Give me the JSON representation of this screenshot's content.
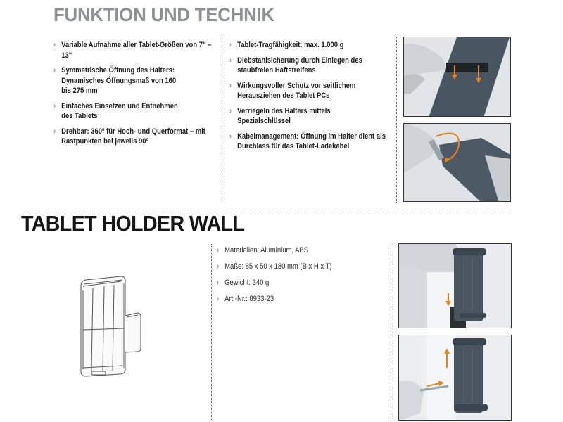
{
  "section1": {
    "title": "FUNKTION UND TECHNIK",
    "features_left": [
      "Variable Aufnahme aller Tablet-Größen von 7\" – 13\"",
      "Symmetrische Öffnung des Halters: Dynamisches Öffnungsmaß von 160 bis 275 mm",
      "Einfaches Einsetzen und Entnehmen des Tablets",
      "Drehbar: 360º für Hoch- und Querformat – mit Rastpunkten bei jeweils 90º"
    ],
    "features_right": [
      "Tablet-Tragfähigkeit: max. 1.000 g",
      "Diebstahlsicherung durch Einlegen des staubfreien Haftstreifens",
      "Wirkungsvoller Schutz vor seitlichem Herausziehen des Tablet PCs",
      "Verriegeln des Halters mittels Spezialschlüssel",
      "Kabelmanagement: Öffnung im Halter dient als Durchlass für das Tablet-Ladekabel"
    ],
    "photos": [
      {
        "alt": "Hand inserting adhesive strip into holder, orange arrows pointing down"
      },
      {
        "alt": "Hand locking holder with special key, orange curved arrow"
      }
    ]
  },
  "section2": {
    "title": "TABLET HOLDER WALL",
    "drawing_alt": "Line drawing of tablet holder with wall mount",
    "specs": [
      "Materialien: Aluminium, ABS",
      "Maße: 85 x 50 x 180 mm (B x H x T)",
      "Gewicht: 340 g",
      "Art.-Nr.: 8933-23"
    ],
    "photos": [
      {
        "alt": "Hand mounting holder onto wall bracket, orange arrow down"
      },
      {
        "alt": "Removing holder from wall bracket with key, orange arrows"
      }
    ]
  },
  "bullet_glyph": "›",
  "colors": {
    "heading_gray": "#8e9193",
    "heading_black": "#151515",
    "accent_orange": "#e8821e",
    "holder_gray": "#4a5560"
  }
}
